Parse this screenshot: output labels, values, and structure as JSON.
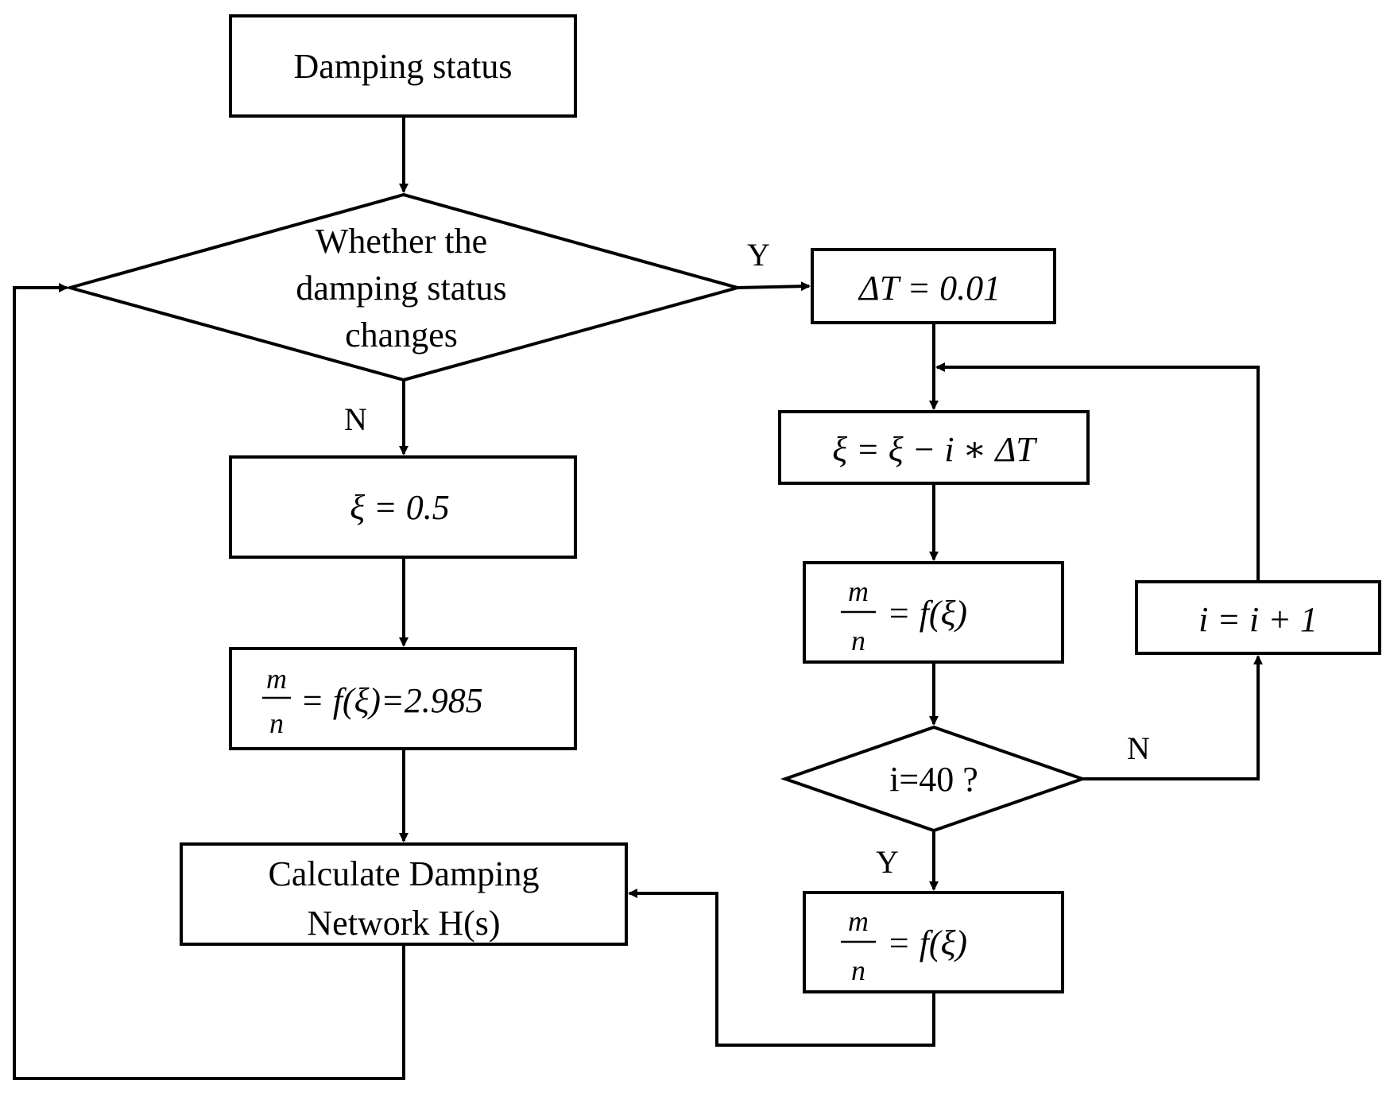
{
  "diagram": {
    "nodes": {
      "start": "Damping status",
      "decision1": [
        "Whether the",
        "damping status",
        "changes"
      ],
      "delta_t": "ΔT = 0.01",
      "xi_set": "ξ = 0.5",
      "ratio_fixed": {
        "numerator": "m",
        "denominator": "n",
        "rhs": "= f(ξ)=2.985"
      },
      "calc": {
        "line1": "Calculate Damping",
        "line2": "Network H(s)"
      },
      "xi_update": "ξ = ξ − i ∗ ΔT",
      "ratio_loop": {
        "numerator": "m",
        "denominator": "n",
        "rhs": "= f(ξ)"
      },
      "decision2": "i=40 ?",
      "increment": "i = i + 1",
      "ratio_final": {
        "numerator": "m",
        "denominator": "n",
        "rhs": "= f(ξ)"
      }
    },
    "edge_labels": {
      "d1_yes": "Y",
      "d1_no": "N",
      "d2_no": "N",
      "d2_yes": "Y"
    },
    "colors": {
      "stroke": "#000000",
      "background": "#ffffff"
    }
  }
}
